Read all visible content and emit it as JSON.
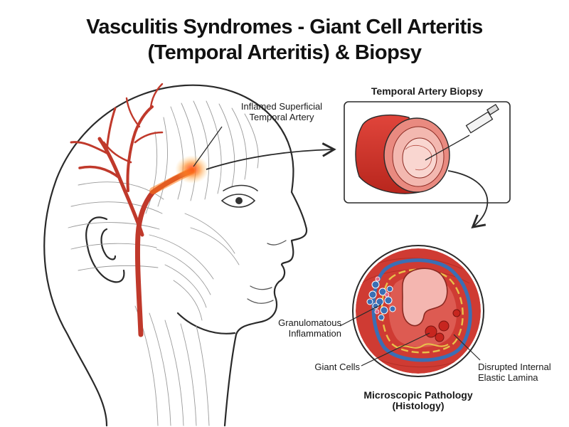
{
  "title": {
    "line1": "Vasculitis Syndromes - Giant Cell Arteritis",
    "line2": "(Temporal Arteritis) & Biopsy"
  },
  "labels": {
    "artery_line1": "Inflamed Superficial",
    "artery_line2": "Temporal Artery",
    "biopsy_title": "Temporal Artery Biopsy",
    "granulomatous_line1": "Granulomatous",
    "granulomatous_line2": "Inflammation",
    "giant_cells": "Giant Cells",
    "lamina_line1": "Disrupted Internal",
    "lamina_line2": "Elastic Lamina",
    "histology_line1": "Microscopic Pathology",
    "histology_line2": "(Histology)"
  },
  "colors": {
    "outline": "#2a2a2a",
    "artery": "#c0392b",
    "inflammation": "#f5a623",
    "vessel_wall": "#d9534f",
    "lumen": "#f4b6b0",
    "cell_blue": "#3a6fb5",
    "lamina_yellow": "#e8c14a"
  }
}
